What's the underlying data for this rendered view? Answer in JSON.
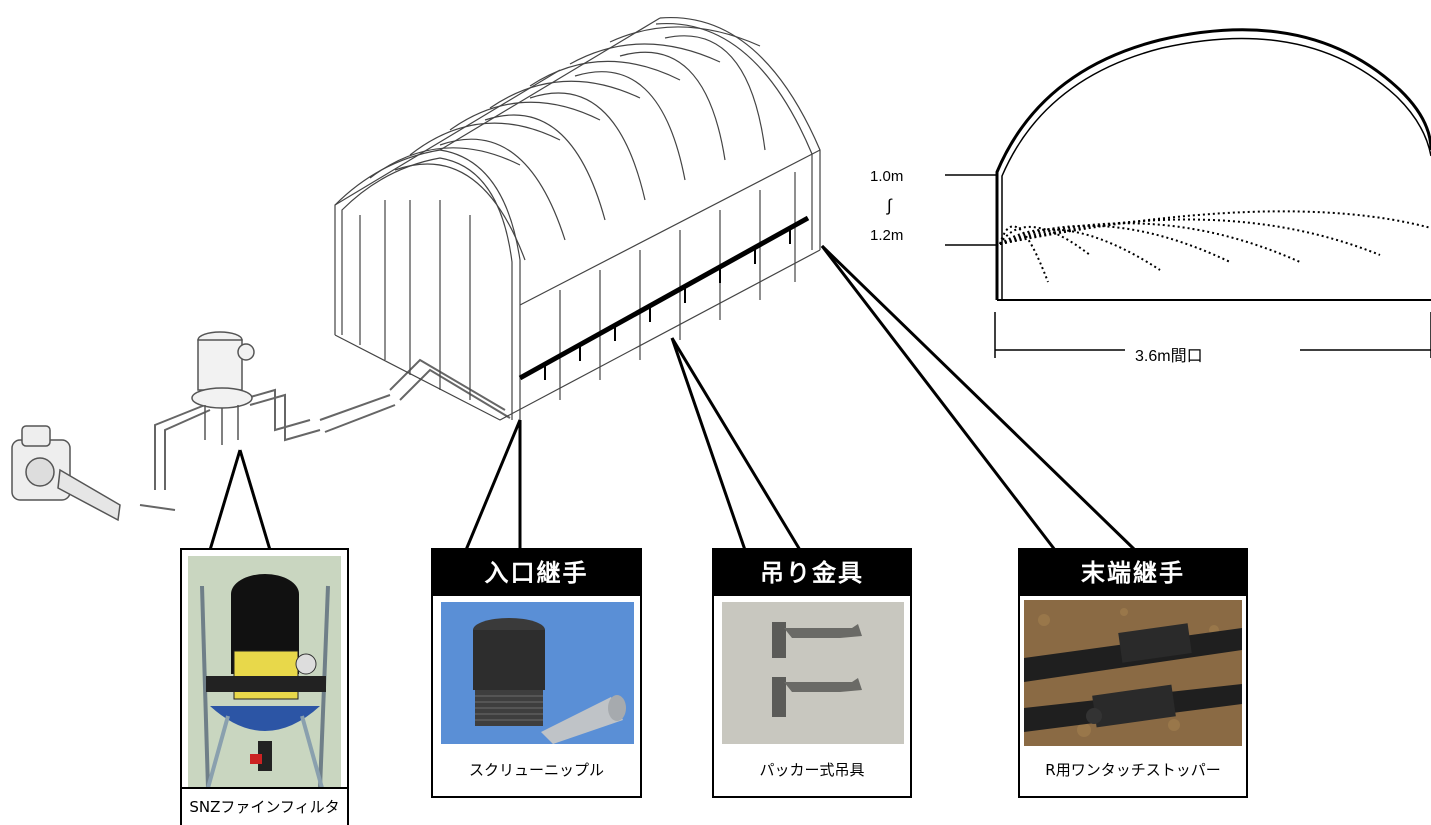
{
  "side_view": {
    "height_top": "1.0m",
    "height_mark": "∫",
    "height_bottom": "1.2m",
    "width": "3.6m間口"
  },
  "components": [
    {
      "title": "",
      "caption": "SNZファインフィルタ",
      "icon": "filter-photo"
    },
    {
      "title": "入口継手",
      "caption": "スクリューニップル",
      "icon": "nipple-photo"
    },
    {
      "title": "吊り金具",
      "caption": "パッカー式吊具",
      "icon": "hanger-photo"
    },
    {
      "title": "末端継手",
      "caption": "R用ワンタッチストッパー",
      "icon": "stopper-photo"
    }
  ],
  "colors": {
    "header_bg": "#000000",
    "nipple_bg": "#5a8fd6",
    "stopper_bg": "#8a6a44",
    "filter_bg": "#c9d6c0",
    "hanger_bg": "#c8c7bf"
  }
}
